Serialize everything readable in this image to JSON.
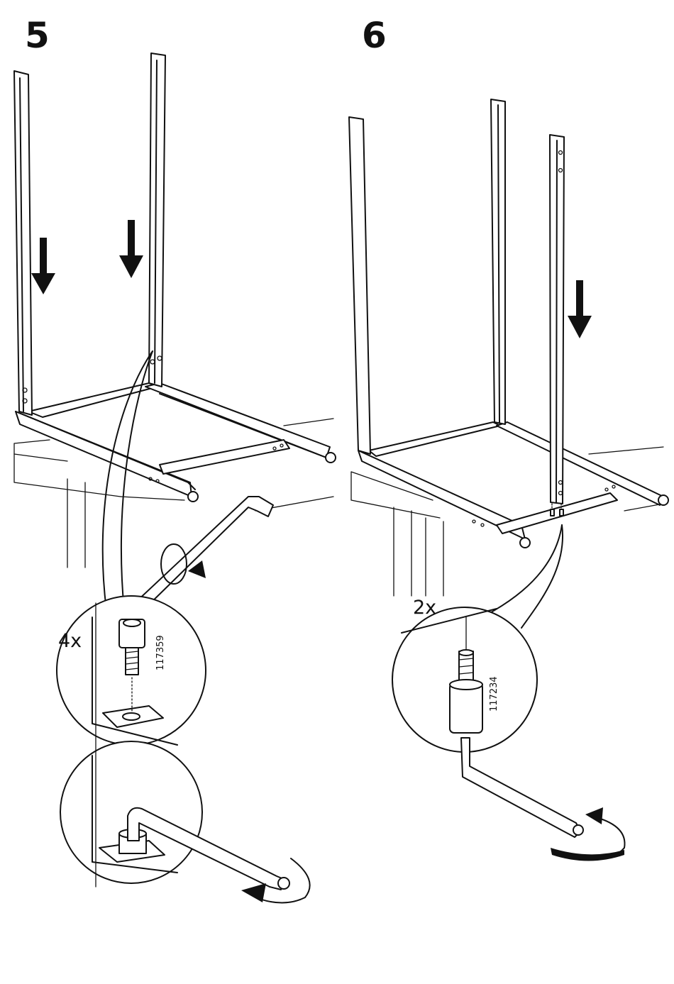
{
  "steps": [
    {
      "number": "5",
      "detail_quantity": "4x",
      "part_number": "117359"
    },
    {
      "number": "6",
      "detail_quantity": "2x",
      "part_number": "117234"
    }
  ],
  "icons": {
    "arrow": "down-arrow-icon",
    "rotation": "rotate-clockwise-icon",
    "tool": "allen-key-icon",
    "screw": "socket-head-screw-icon",
    "screw_adapter": "threaded-adapter-icon"
  },
  "colors": {
    "ink": "#111111",
    "paper": "#ffffff"
  }
}
